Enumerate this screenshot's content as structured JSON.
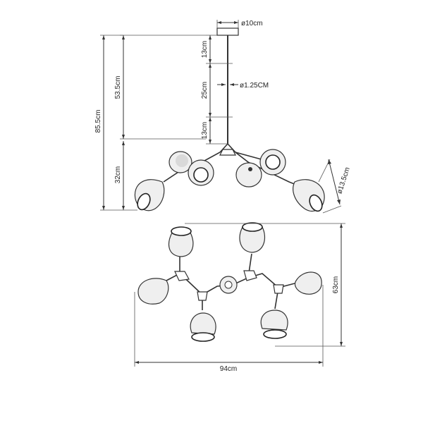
{
  "side_view": {
    "canopy_diameter": "ø10cm",
    "rod_diameter": "ø1.25CM",
    "rod_top_segment": "13cm",
    "rod_mid_segment": "25cm",
    "rod_bottom_segment": "13cm",
    "rod_total_length": "53.5cm",
    "overall_height": "85.5cm",
    "fixture_height": "32cm",
    "shade_diameter": "ø13.5cm"
  },
  "top_view": {
    "overall_width": "94cm",
    "overall_depth": "63cm"
  }
}
